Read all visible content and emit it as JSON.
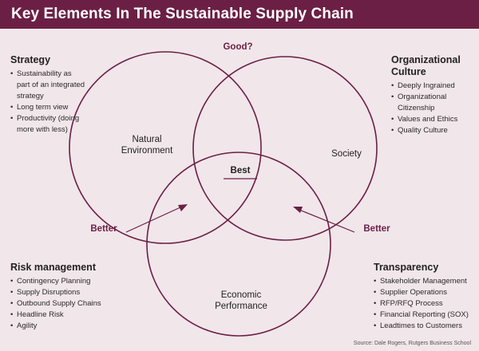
{
  "title": "Key Elements In The Sustainable Supply Chain",
  "colors": {
    "header": "#6b1f44",
    "background": "#f1e6ea",
    "circle_stroke": "#6b1f44"
  },
  "diagram": {
    "circles": [
      "Natural Environment",
      "Society",
      "Economic Performance"
    ],
    "circle1_line1": "Natural",
    "circle1_line2": "Environment",
    "circle2_label": "Society",
    "circle3_line1": "Economic",
    "circle3_line2": "Performance",
    "good_label": "Good?",
    "best_label": "Best",
    "better_left": "Better",
    "better_right": "Better"
  },
  "panels": {
    "strategy": {
      "heading": "Strategy",
      "items": [
        "Sustainability as",
        "part of an integrated",
        "strategy",
        "Long term view",
        "Productivity (doing",
        "more with less)"
      ]
    },
    "culture": {
      "heading_line1": "Organizational",
      "heading_line2": "Culture",
      "items": [
        "Deeply Ingrained",
        "Organizational",
        "Citizenship",
        "Values and Ethics",
        "Quality Culture"
      ]
    },
    "risk": {
      "heading": "Risk management",
      "items": [
        "Contingency Planning",
        "Supply Disruptions",
        "Outbound Supply Chains",
        "Headline Risk",
        "Agility"
      ]
    },
    "transparency": {
      "heading": "Transparency",
      "items": [
        "Stakeholder Management",
        "Supplier Operations",
        "RFP/RFQ Process",
        "Financial Reporting (SOX)",
        "Leadtimes to Customers"
      ]
    }
  },
  "source": "Source: Dale Rogers, Rutgers Business School"
}
